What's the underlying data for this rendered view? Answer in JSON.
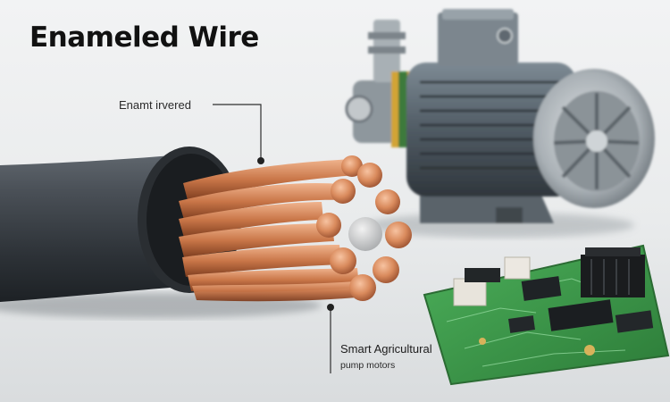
{
  "title": "Enameled Wire",
  "callouts": {
    "top": "Enamt irvered",
    "bottom_line1": "Smart Agricultural",
    "bottom_line2": "pump motors"
  }
}
